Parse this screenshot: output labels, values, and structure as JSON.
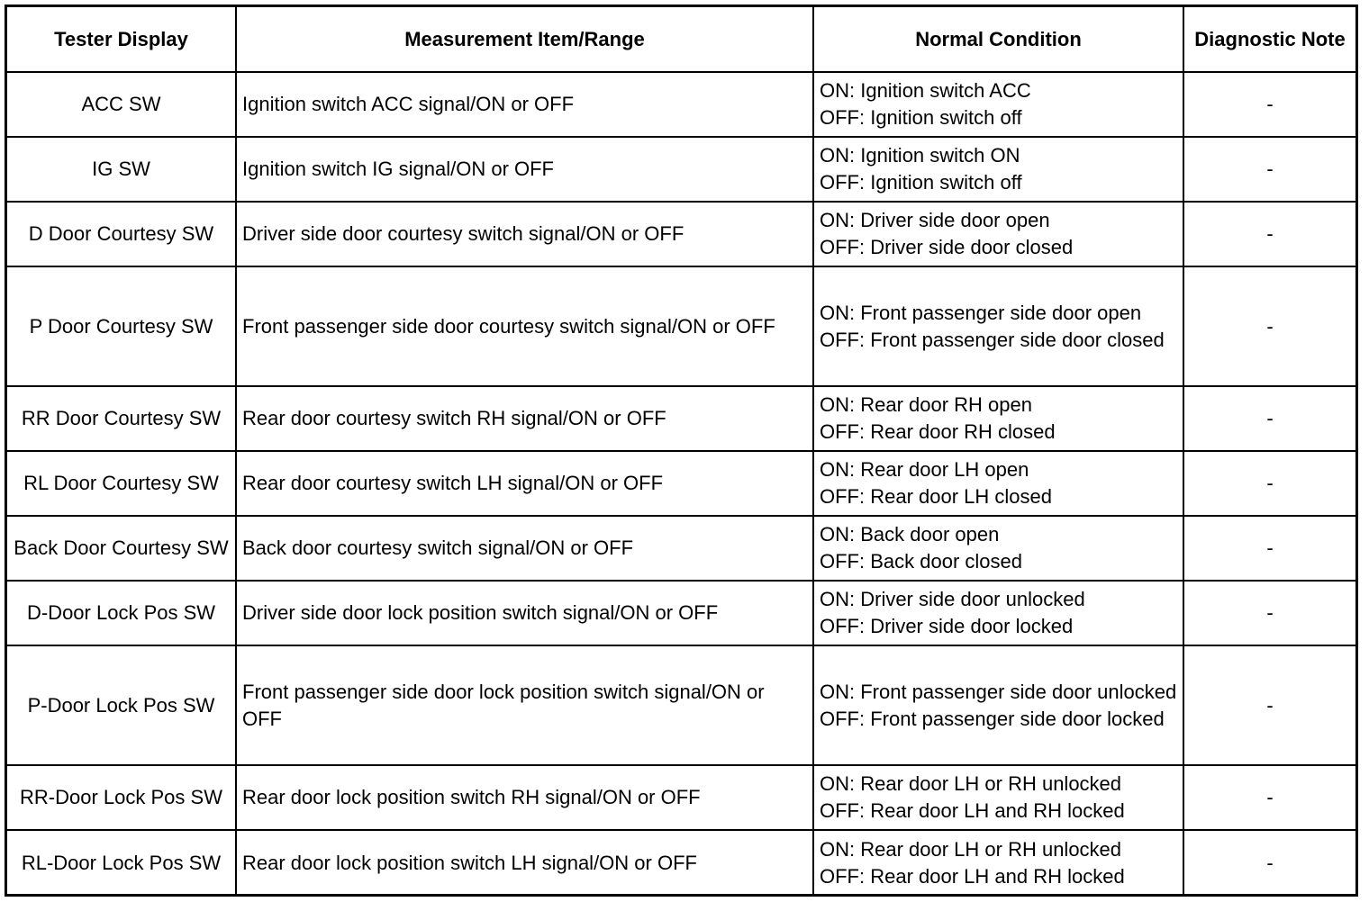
{
  "table": {
    "headers": [
      "Tester Display",
      "Measurement Item/Range",
      "Normal Condition",
      "Diagnostic Note"
    ],
    "rows": [
      {
        "display": "ACC SW",
        "measurement": "Ignition switch ACC signal/ON or OFF",
        "normal": "ON: Ignition switch ACC\nOFF: Ignition switch off",
        "note": "-"
      },
      {
        "display": "IG SW",
        "measurement": "Ignition switch IG signal/ON or OFF",
        "normal": "ON: Ignition switch ON\nOFF: Ignition switch off",
        "note": "-"
      },
      {
        "display": "D Door Courtesy SW",
        "measurement": "Driver side door courtesy switch signal/ON or OFF",
        "normal": "ON: Driver side door open\nOFF: Driver side door closed",
        "note": "-"
      },
      {
        "display": "P Door Courtesy SW",
        "measurement": "Front passenger side door courtesy switch signal/ON or OFF",
        "normal": "ON: Front passenger side door open\nOFF: Front passenger side door closed",
        "note": "-"
      },
      {
        "display": "RR Door Courtesy SW",
        "measurement": "Rear door courtesy switch RH signal/ON or OFF",
        "normal": "ON: Rear door RH open\nOFF: Rear door RH closed",
        "note": "-"
      },
      {
        "display": "RL Door Courtesy SW",
        "measurement": "Rear door courtesy switch LH signal/ON or OFF",
        "normal": "ON: Rear door LH open\nOFF: Rear door LH closed",
        "note": "-"
      },
      {
        "display": "Back Door Courtesy SW",
        "measurement": "Back door courtesy switch signal/ON or OFF",
        "normal": "ON: Back door open\nOFF: Back door closed",
        "note": "-"
      },
      {
        "display": "D-Door Lock Pos SW",
        "measurement": "Driver side door lock position switch signal/ON or OFF",
        "normal": "ON: Driver side door unlocked\nOFF: Driver side door locked",
        "note": "-"
      },
      {
        "display": "P-Door Lock Pos SW",
        "measurement": "Front passenger side door lock position switch signal/ON or OFF",
        "normal": "ON: Front passenger side door unlocked\nOFF: Front passenger side door locked",
        "note": "-"
      },
      {
        "display": "RR-Door Lock Pos SW",
        "measurement": "Rear door lock position switch RH signal/ON or OFF",
        "normal": "ON: Rear door LH or RH unlocked\nOFF: Rear door LH and RH locked",
        "note": "-"
      },
      {
        "display": "RL-Door Lock Pos SW",
        "measurement": "Rear door lock position switch LH signal/ON or OFF",
        "normal": "ON: Rear door LH or RH unlocked\nOFF: Rear door LH and RH locked",
        "note": "-"
      }
    ]
  }
}
